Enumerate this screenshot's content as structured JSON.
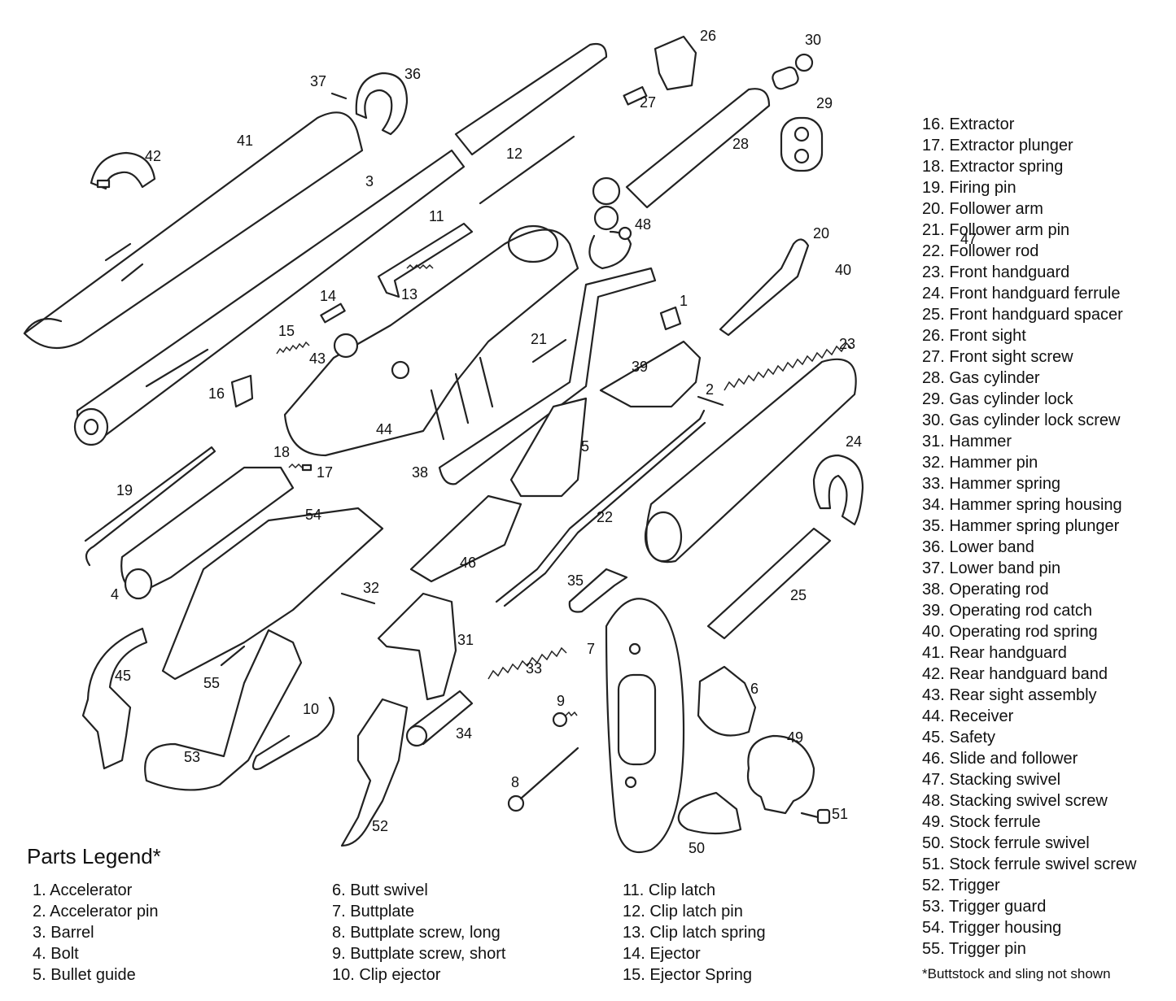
{
  "legend": {
    "title": "Parts Legend*",
    "footnote": "*Buttstock and sling not shown",
    "columns": [
      [
        "1. Accelerator",
        "2. Accelerator pin",
        "3. Barrel",
        "4. Bolt",
        "5. Bullet guide"
      ],
      [
        "6. Butt swivel",
        "7. Buttplate",
        "8. Buttplate screw, long",
        "9. Buttplate screw, short",
        "10. Clip ejector"
      ],
      [
        "11. Clip latch",
        "12. Clip latch pin",
        "13. Clip latch spring",
        "14. Ejector",
        "15. Ejector Spring"
      ],
      [
        "16. Extractor",
        "17. Extractor plunger",
        "18. Extractor spring",
        "19. Firing pin",
        "20. Follower arm",
        "21. Follower arm pin",
        "22. Follower rod",
        "23. Front handguard",
        "24. Front handguard ferrule",
        "25. Front handguard spacer",
        "26. Front sight",
        "27. Front sight screw",
        "28. Gas cylinder",
        "29. Gas cylinder lock",
        "30. Gas cylinder lock screw",
        "31. Hammer",
        "32. Hammer pin",
        "33. Hammer spring",
        "34. Hammer spring housing",
        "35. Hammer spring plunger",
        "36. Lower band",
        "37. Lower band pin",
        "38. Operating rod",
        "39. Operating rod catch",
        "40. Operating rod spring",
        "41. Rear handguard",
        "42. Rear handguard band",
        "43. Rear sight assembly",
        "44. Receiver",
        "45. Safety",
        "46. Slide and follower",
        "47. Stacking swivel",
        "48. Stacking swivel screw",
        "49. Stock ferrule",
        "50. Stock ferrule swivel",
        "51. Stock ferrule swivel screw",
        "52. Trigger",
        "53. Trigger guard",
        "54. Trigger housing",
        "55. Trigger pin"
      ]
    ]
  },
  "callouts": [
    "1",
    "2",
    "3",
    "4",
    "5",
    "6",
    "7",
    "8",
    "9",
    "10",
    "11",
    "12",
    "13",
    "14",
    "15",
    "16",
    "17",
    "18",
    "19",
    "20",
    "21",
    "22",
    "23",
    "24",
    "25",
    "26",
    "27",
    "28",
    "29",
    "30",
    "31",
    "32",
    "33",
    "34",
    "35",
    "36",
    "37",
    "38",
    "39",
    "40",
    "41",
    "42",
    "43",
    "44",
    "45",
    "46",
    "47",
    "48",
    "49",
    "50",
    "51",
    "52",
    "53",
    "54",
    "55"
  ]
}
